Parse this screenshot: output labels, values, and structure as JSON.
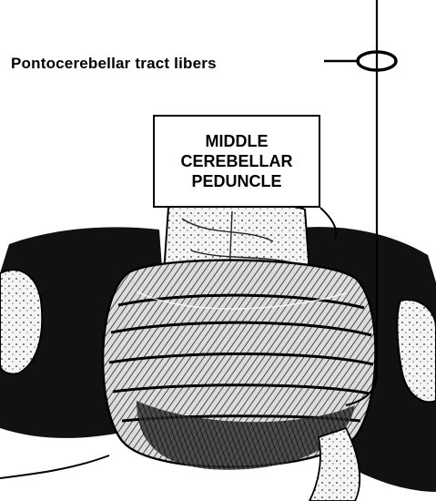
{
  "labels": {
    "pontocerebellar": "Pontocerebellar tract libers",
    "peduncle_line1": "MIDDLE",
    "peduncle_line2": "CEREBELLAR",
    "peduncle_line3": "PEDUNCLE"
  },
  "colors": {
    "ink": "#000000",
    "paper": "#ffffff",
    "shadow": "#111111",
    "tissue": "#e9e9e9"
  },
  "icons": {
    "pointer_marker": "ellipse-ring-icon"
  }
}
